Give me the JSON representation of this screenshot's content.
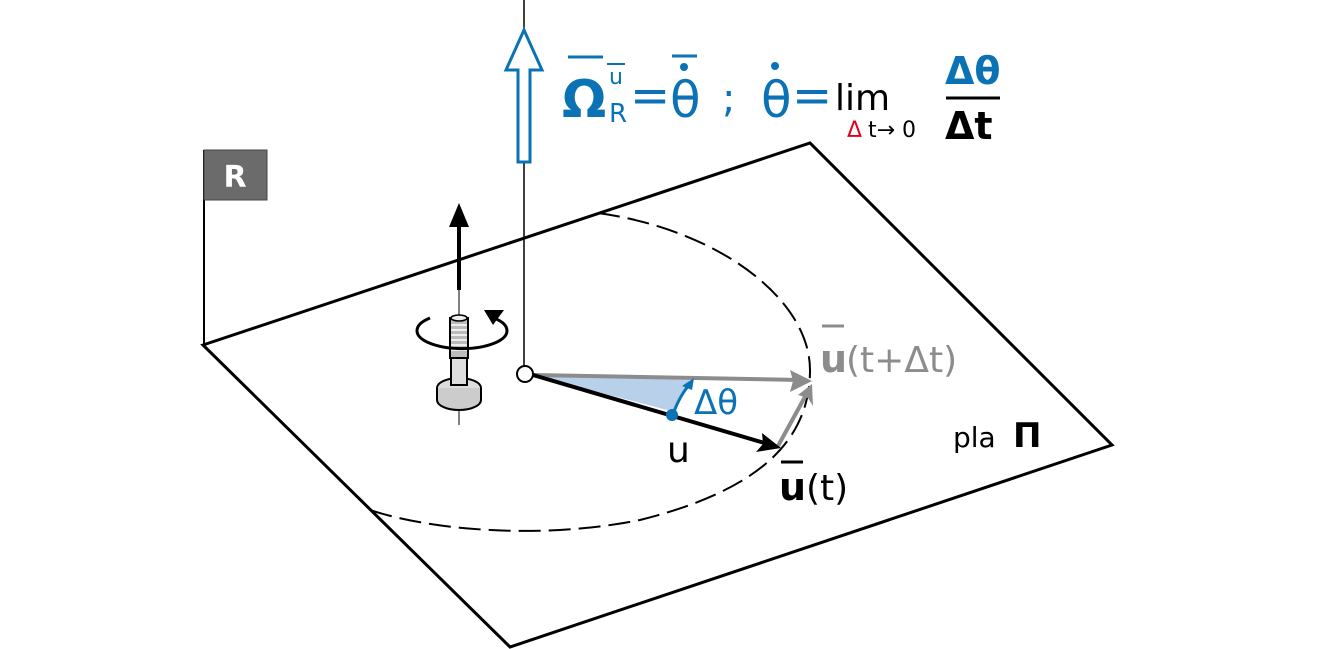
{
  "frame_label": "R",
  "formula": {
    "omega": "Ω",
    "omega_sup": "u",
    "omega_sub": "R",
    "eq1": "=",
    "theta_dot_bar": "θ",
    "separator": ";",
    "theta_dot": "θ",
    "eq2": "=",
    "lim": "lim",
    "lim_delta": "Δ",
    "lim_sub": "t→ 0",
    "numerator": "Δθ",
    "denominator": "Δt"
  },
  "labels": {
    "u_next": "u",
    "u_next_arg": "(t+Δt)",
    "u_now": "u",
    "u_now_arg": "(t)",
    "u_point": "u",
    "delta_theta": "Δθ",
    "plane": "pla",
    "plane_symbol": "Π"
  },
  "colors": {
    "blue": "#0b72b5",
    "gray": "#8c8c8c",
    "red": "#e0001a",
    "shade": "#b8d0ea",
    "flag": "#6b6b6b"
  }
}
